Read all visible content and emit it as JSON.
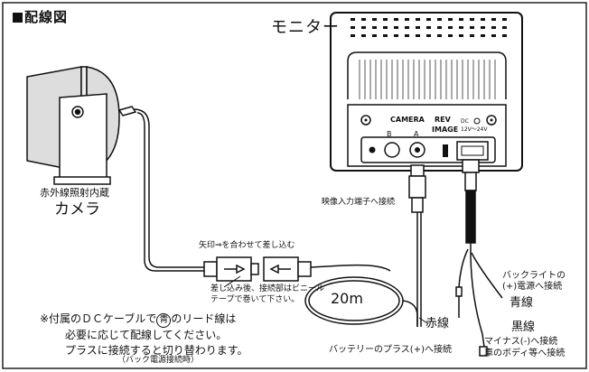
{
  "title": "配線図",
  "monitor": {
    "label": "モニター"
  },
  "camera": {
    "description": "赤外線照射内蔵",
    "name": "カメラ"
  },
  "panel": {
    "camera_label": "CAMERA",
    "camera_b": "B",
    "camera_a": "A",
    "rev_label": "REV",
    "image_label": "IMAGE",
    "dc_label": "DC",
    "dc_voltage": "12V～24V"
  },
  "labels": {
    "video_input": "映像入力端子へ接続",
    "arrow_align": "矢印⇒を合わせて差し込む",
    "after_insert": "差し込み後、接続部はビニールテープで巻いて下さい。",
    "cable_length": "20m",
    "backlight": "バックライトの",
    "backlight_2": "(+)電源へ接続",
    "blue_wire": "青線",
    "black_wire": "黒線",
    "red_wire": "赤線",
    "minus_connect": "マイナス(-)へ接続",
    "body_connect": "車のボディ等へ接続",
    "battery_plus": "バッテリーのプラス(+)へ接続"
  },
  "note": {
    "line1_pre": "※付属のＤＣケーブルで",
    "line1_circ": "青",
    "line1_post": "のリード線は",
    "line2": "必要に応じて配線してください。",
    "line3": "プラスに接続すると切り替わります。",
    "sub": "（バック電源接続時）"
  }
}
